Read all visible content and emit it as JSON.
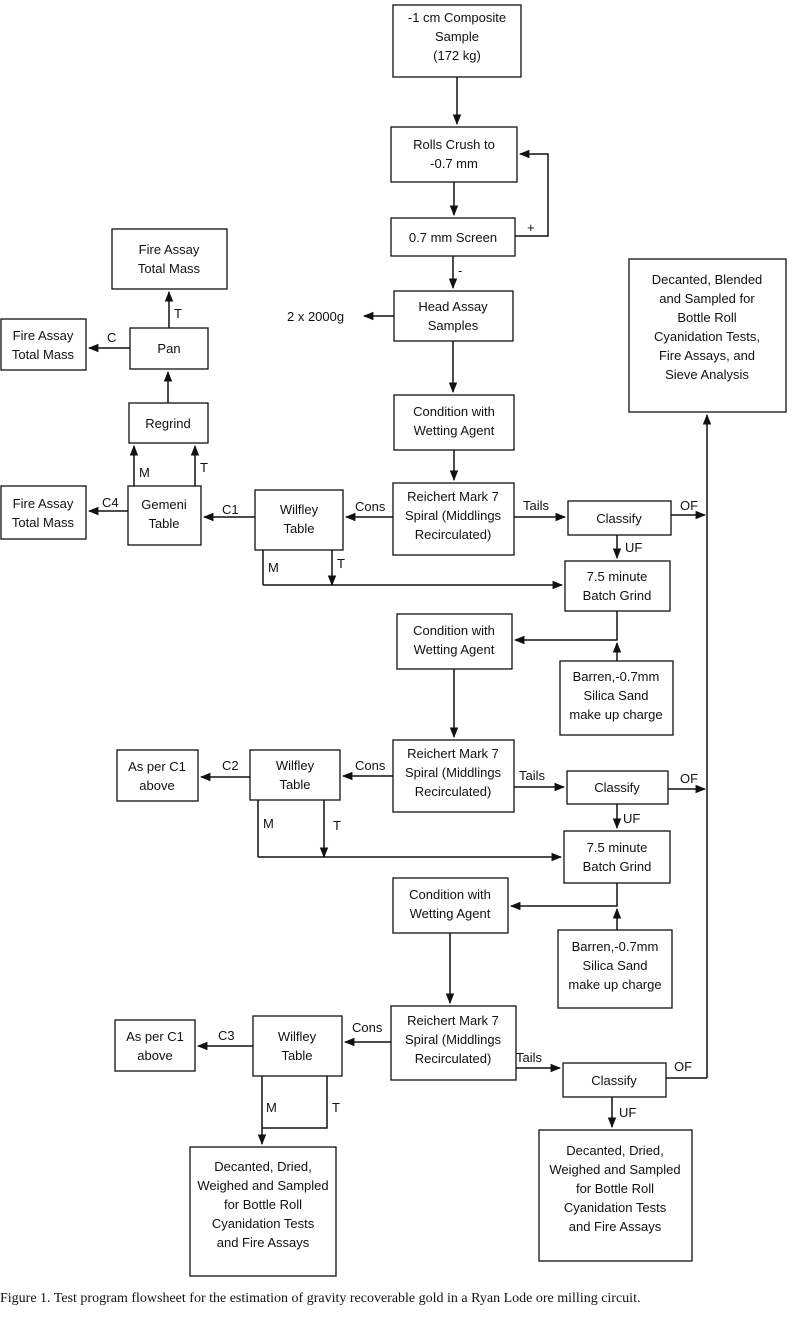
{
  "boxes": {
    "composite": [
      "-1 cm Composite",
      "Sample",
      "(172 kg)"
    ],
    "rolls": [
      "Rolls Crush to",
      "-0.7 mm"
    ],
    "screen": [
      "0.7 mm Screen"
    ],
    "head": [
      "Head Assay",
      "Samples"
    ],
    "cond1": [
      "Condition with",
      "Wetting Agent"
    ],
    "spiral1": [
      "Reichert Mark 7",
      "Spiral (Middlings",
      "Recirculated)"
    ],
    "wilfley1": [
      "Wilfley",
      "Table"
    ],
    "gemeni": [
      "Gemeni",
      "Table"
    ],
    "regrind": [
      "Regrind"
    ],
    "pan": [
      "Pan"
    ],
    "fire_top": [
      "Fire Assay",
      "Total Mass"
    ],
    "fire_c": [
      "Fire Assay",
      "Total Mass"
    ],
    "fire_c4": [
      "Fire Assay",
      "Total Mass"
    ],
    "classify1": [
      "Classify"
    ],
    "grind1": [
      "7.5 minute",
      "Batch Grind"
    ],
    "cond2": [
      "Condition with",
      "Wetting Agent"
    ],
    "barren1": [
      "Barren,-0.7mm",
      "Silica Sand",
      "make up charge"
    ],
    "spiral2": [
      "Reichert Mark 7",
      "Spiral (Middlings",
      "Recirculated)"
    ],
    "wilfley2": [
      "Wilfley",
      "Table"
    ],
    "asper2": [
      "As per C1",
      "above"
    ],
    "classify2": [
      "Classify"
    ],
    "grind2": [
      "7.5 minute",
      "Batch Grind"
    ],
    "cond3": [
      "Condition with",
      "Wetting Agent"
    ],
    "barren2": [
      "Barren,-0.7mm",
      "Silica Sand",
      "make up charge"
    ],
    "spiral3": [
      "Reichert Mark 7",
      "Spiral (Middlings",
      "Recirculated)"
    ],
    "wilfley3": [
      "Wilfley",
      "Table"
    ],
    "asper3": [
      "As per C1",
      "above"
    ],
    "classify3": [
      "Classify"
    ],
    "decant_left": [
      "Decanted, Dried,",
      "Weighed and Sampled",
      "for Bottle Roll",
      "Cyanidation Tests",
      "and Fire Assays"
    ],
    "decant_right": [
      "Decanted, Dried,",
      "Weighed and Sampled",
      "for Bottle Roll",
      "Cyanidation Tests",
      "and Fire Assays"
    ],
    "decant_top": [
      "Decanted, Blended",
      "and Sampled for",
      "Bottle Roll",
      "Cyanidation Tests,",
      "Fire Assays, and",
      "Sieve Analysis"
    ]
  },
  "labels": {
    "plus": "+",
    "minus": "-",
    "head_split": "2 x 2000g",
    "T_pan": "T",
    "C_pan": "C",
    "M_gem": "M",
    "T_gem": "T",
    "C4": "C4",
    "C1": "C1",
    "cons1": "Cons",
    "tails1": "Tails",
    "of1": "OF",
    "uf1": "UF",
    "M1": "M",
    "T1": "T",
    "C2": "C2",
    "cons2": "Cons",
    "tails2": "Tails",
    "of2": "OF",
    "uf2": "UF",
    "M2": "M",
    "T2": "T",
    "C3": "C3",
    "cons3": "Cons",
    "tails3": "Tails",
    "of3": "OF",
    "uf3": "UF",
    "M3": "M",
    "T3": "T"
  },
  "caption": "Figure 1.  Test program flowsheet for the estimation of gravity recoverable gold in a Ryan Lode ore milling circuit."
}
